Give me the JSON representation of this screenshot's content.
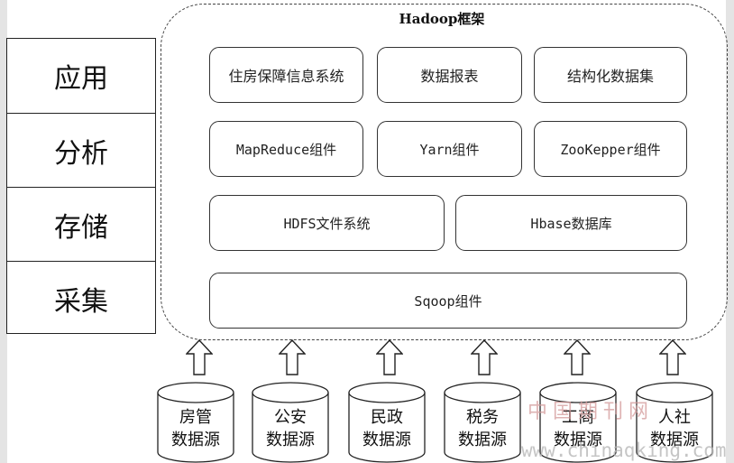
{
  "layers": [
    "应用",
    "分析",
    "存储",
    "采集"
  ],
  "framework": {
    "title": "Hadoop框架",
    "app_row": [
      "住房保障信息系统",
      "数据报表",
      "结构化数据集"
    ],
    "analysis_row": [
      "MapReduce组件",
      "Yarn组件",
      "ZooKepper组件"
    ],
    "storage_row": [
      "HDFS文件系统",
      "Hbase数据库"
    ],
    "collect_row": [
      "Sqoop组件"
    ]
  },
  "sources": [
    {
      "line1": "房管",
      "line2": "数据源"
    },
    {
      "line1": "公安",
      "line2": "数据源"
    },
    {
      "line1": "民政",
      "line2": "数据源"
    },
    {
      "line1": "税务",
      "line2": "数据源"
    },
    {
      "line1": "工商",
      "line2": "数据源"
    },
    {
      "line1": "人社",
      "line2": "数据源"
    }
  ],
  "watermark": {
    "cn": "中国期刊网",
    "url": "www.chinaqking.com"
  }
}
